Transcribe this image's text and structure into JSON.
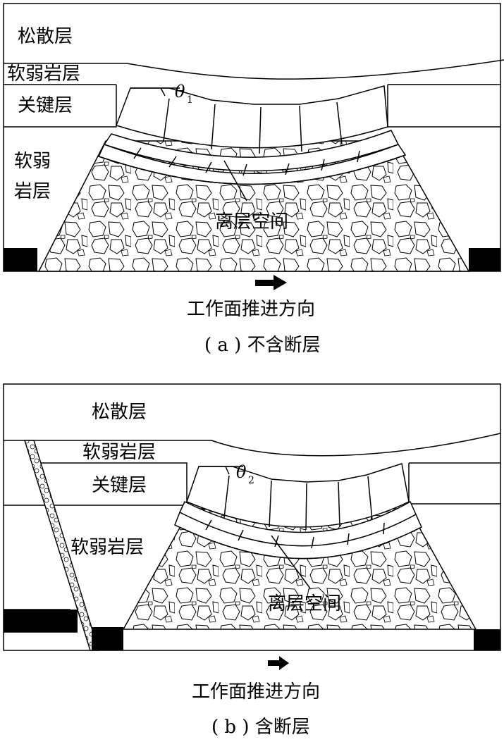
{
  "panel_a": {
    "label_loose": "松散层",
    "label_weak_top": "软弱岩层",
    "label_key": "关键层",
    "label_weak_bottom_1": "软弱",
    "label_weak_bottom_2": "岩层",
    "label_separation": "离层空间",
    "theta_symbol": "θ",
    "theta_sub": "1",
    "direction": "工作面推进方向",
    "caption": "( a ) 不含断层"
  },
  "panel_b": {
    "label_loose": "松散层",
    "label_weak_top": "软弱岩层",
    "label_key": "关键层",
    "label_weak_bottom": "软弱岩层",
    "label_separation": "离层空间",
    "theta_symbol": "θ",
    "theta_sub": "2",
    "direction": "工作面推进方向",
    "caption": "( b ) 含断层"
  },
  "colors": {
    "line": "#000000",
    "fill_dark": "#000000",
    "background": "#ffffff"
  }
}
